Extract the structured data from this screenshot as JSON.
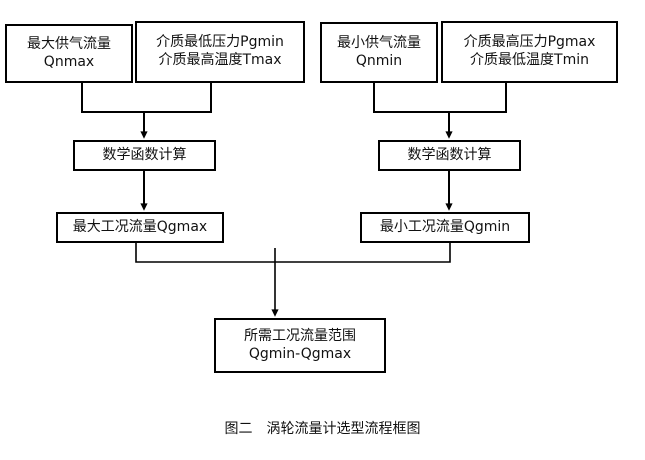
{
  "figure": {
    "caption": "图二　涡轮流量计选型流程框图",
    "background_color": "#ffffff",
    "line_color": "#000000",
    "text_color": "#111111"
  },
  "nodes": {
    "qnmax": {
      "line1": "最大供气流量",
      "line2": "Qnmax"
    },
    "pgmin": {
      "line1": "介质最低压力Pgmin",
      "line2": "介质最高温度Tmax"
    },
    "qnmin": {
      "line1": "最小供气流量",
      "line2": "Qnmin"
    },
    "pgmax": {
      "line1": "介质最高压力Pgmax",
      "line2": "介质最低温度Tmin"
    },
    "calc_left": {
      "line1": "数学函数计算"
    },
    "calc_right": {
      "line1": "数学函数计算"
    },
    "qgmax": {
      "line1": "最大工况流量Qgmax"
    },
    "qgmin": {
      "line1": "最小工况流量Qgmin"
    },
    "range": {
      "line1": "所需工况流量范围",
      "line2": "Qgmin-Qgmax"
    }
  },
  "edges": [
    {
      "name": "qnmax-to-calc-left",
      "from": "qnmax",
      "to": "calc-left"
    },
    {
      "name": "pgmin-to-calc-left",
      "from": "pgmin",
      "to": "calc-left"
    },
    {
      "name": "qnmin-to-calc-right",
      "from": "qnmin",
      "to": "calc-right"
    },
    {
      "name": "pgmax-to-calc-right",
      "from": "pgmax",
      "to": "calc-right"
    },
    {
      "name": "calc-left-to-qgmax",
      "from": "calc-left",
      "to": "qgmax"
    },
    {
      "name": "calc-right-to-qgmin",
      "from": "calc-right",
      "to": "qgmin"
    },
    {
      "name": "qgmax-to-range",
      "from": "qgmax",
      "to": "range"
    },
    {
      "name": "qgmin-to-range",
      "from": "qgmin",
      "to": "range"
    }
  ]
}
